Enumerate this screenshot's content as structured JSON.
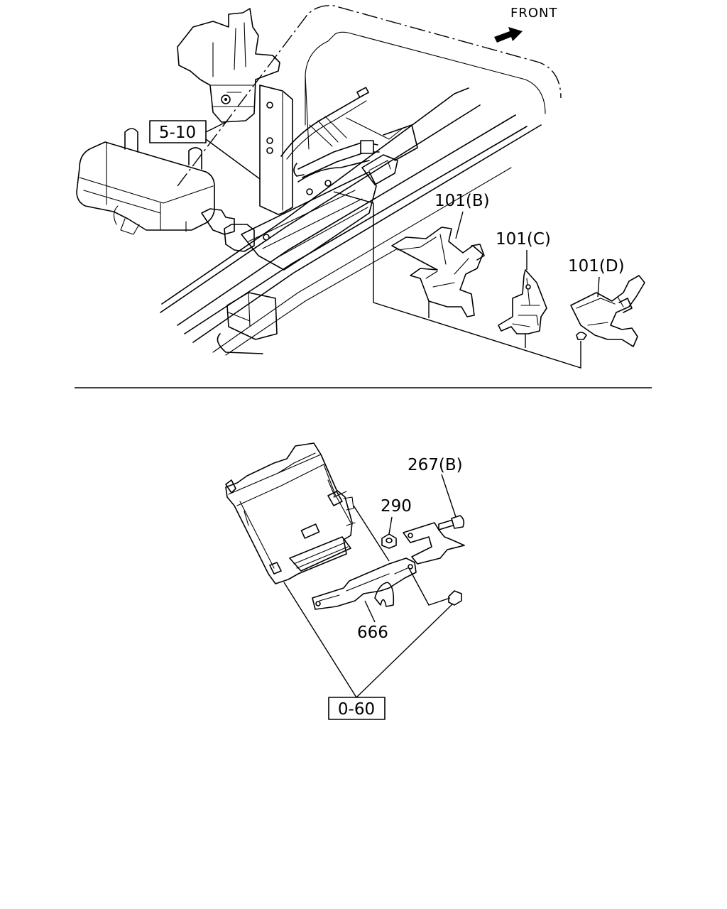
{
  "direction_label": "FRONT",
  "references": {
    "top": "5-10",
    "bottom": "0-60"
  },
  "parts": {
    "p101b": "101(B)",
    "p101c": "101(C)",
    "p101d": "101(D)",
    "p267b": "267(B)",
    "p290": "290",
    "p666": "666"
  },
  "icons": {
    "front_arrow": "arrow-icon"
  }
}
